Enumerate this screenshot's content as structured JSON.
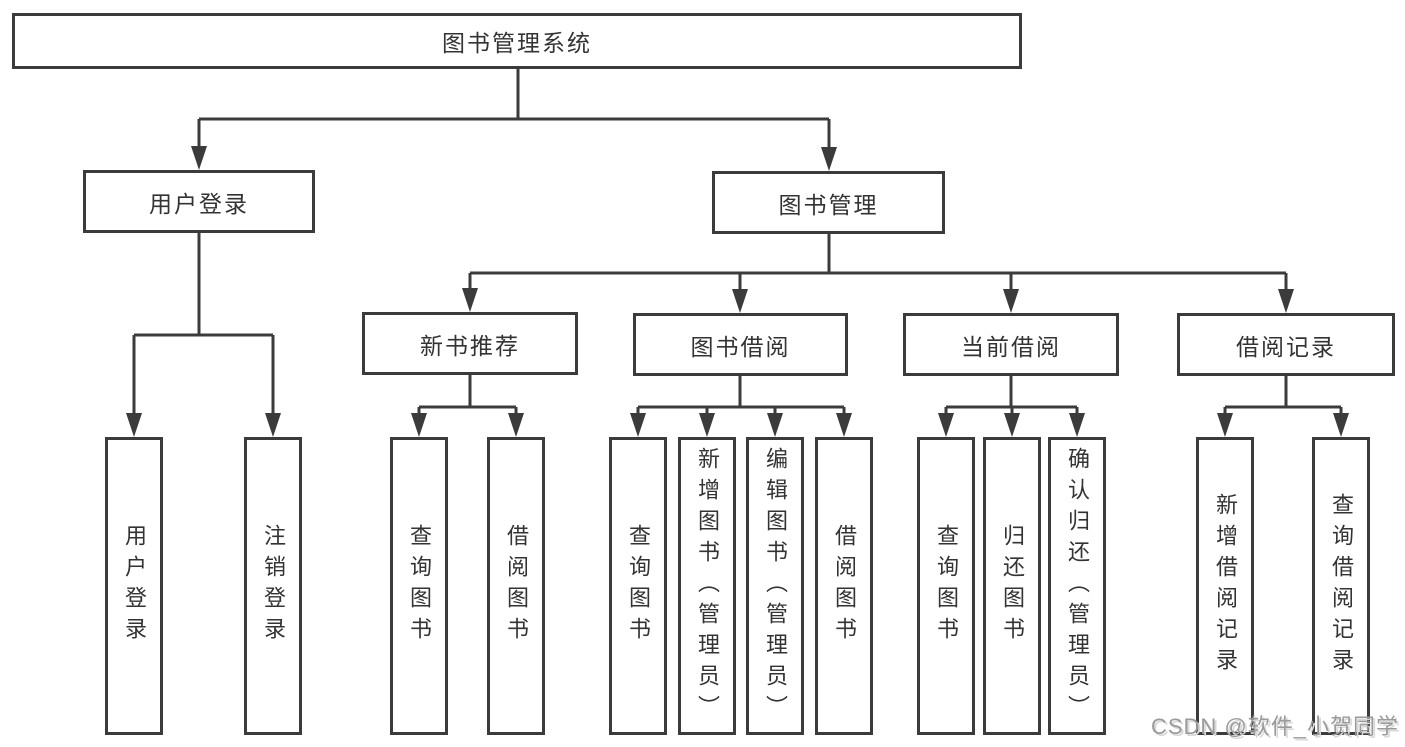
{
  "diagram": {
    "root": {
      "label": "图书管理系统"
    },
    "level1": [
      {
        "key": "user-login",
        "label": "用户登录"
      },
      {
        "key": "book-management",
        "label": "图书管理"
      }
    ],
    "level2": [
      {
        "key": "new-book-recommend",
        "label": "新书推荐",
        "parent": "图书管理"
      },
      {
        "key": "book-borrow",
        "label": "图书借阅",
        "parent": "图书管理"
      },
      {
        "key": "current-borrow",
        "label": "当前借阅",
        "parent": "图书管理"
      },
      {
        "key": "borrow-records",
        "label": "借阅记录",
        "parent": "图书管理"
      }
    ],
    "leaves": [
      {
        "parent": "用户登录",
        "label": "用户登录"
      },
      {
        "parent": "用户登录",
        "label": "注销登录"
      },
      {
        "parent": "新书推荐",
        "label": "查询图书"
      },
      {
        "parent": "新书推荐",
        "label": "借阅图书"
      },
      {
        "parent": "图书借阅",
        "label": "查询图书"
      },
      {
        "parent": "图书借阅",
        "label": "新增图书（管理员）"
      },
      {
        "parent": "图书借阅",
        "label": "编辑图书（管理员）"
      },
      {
        "parent": "图书借阅",
        "label": "借阅图书"
      },
      {
        "parent": "当前借阅",
        "label": "查询图书"
      },
      {
        "parent": "当前借阅",
        "label": "归还图书"
      },
      {
        "parent": "当前借阅",
        "label": "确认归还（管理员）"
      },
      {
        "parent": "借阅记录",
        "label": "新增借阅记录"
      },
      {
        "parent": "借阅记录",
        "label": "查询借阅记录"
      }
    ]
  },
  "watermark": {
    "text": "CSDN @软件_小贺同学"
  },
  "colors": {
    "line": "#3b3b3b",
    "text": "#333333",
    "background": "#ffffff",
    "watermark": "#9a9a9a"
  }
}
